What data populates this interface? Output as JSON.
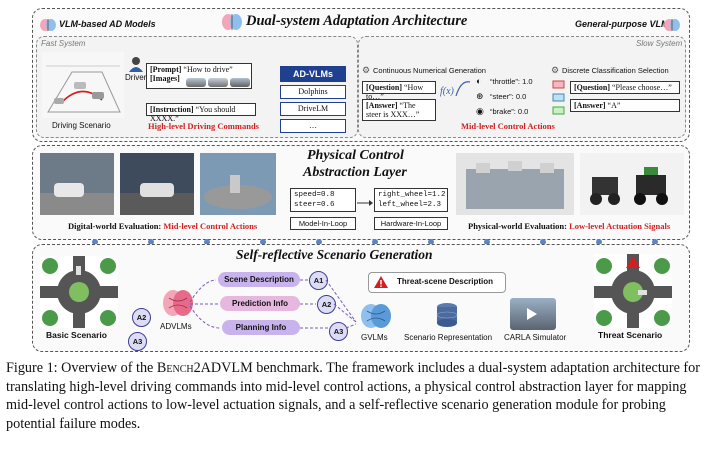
{
  "top": {
    "title": "Dual-system Adaptation Architecture",
    "left_label": "VLM-based AD Models",
    "right_label": "General-purpose VLMs",
    "fast_system": "Fast System",
    "slow_system": "Slow System",
    "driver": "Driver",
    "driving_scenario": "Driving Scenario",
    "prompt_key": "[Prompt]",
    "prompt_val": "“How to drive”",
    "images_key": "[Images]",
    "instruction_key": "[Instruction]",
    "instruction_val": "“You should XXXX.”",
    "high_level": "High-level Driving Commands",
    "models_title": "AD-VLMs",
    "models": [
      "Dolphins",
      "DriveLM",
      "…"
    ],
    "continuous": "Continuous Numerical Generation",
    "discrete": "Discrete Classification Selection",
    "q1_key": "[Question]",
    "q1_val": "“How to…”",
    "a1_key": "[Answer]",
    "a1_val": "“The steer is XXX…”",
    "fx": "f(x)",
    "params": [
      "“throttle”: 1.0",
      "“steer”: 0.0",
      "“brake”: 0.0"
    ],
    "q2_key": "[Question]",
    "q2_val": "“Please choose…”",
    "a2_key": "[Answer]",
    "a2_val": "“A”",
    "mid_level": "Mid-level Control Actions"
  },
  "middle": {
    "title_line1": "Physical Control",
    "title_line2": "Abstraction Layer",
    "code_left": [
      "speed=0.8",
      "steer=0.6"
    ],
    "code_right": [
      "right_wheel=1.2",
      "left_wheel=2.3"
    ],
    "model_in_loop": "Model-In-Loop",
    "hardware_in_loop": "Hardware-In-Loop",
    "digital_eval_prefix": "Digital-world Evaluation: ",
    "digital_eval_red": "Mid-level Control Actions",
    "physical_eval_prefix": "Physical-world Evaluation: ",
    "physical_eval_red": "Low-level Actuation Signals"
  },
  "bottom": {
    "title": "Self-reflective Scenario Generation",
    "basic_scenario": "Basic Scenario",
    "advlms": "ADVLMs",
    "pills": [
      "Scene Description",
      "Prediction Info",
      "Planning Info"
    ],
    "answers": [
      "A1",
      "A2",
      "A3"
    ],
    "left_answers": [
      "A2",
      "A3"
    ],
    "threat_desc": "Threat-scene Description",
    "gvlms": "GVLMs",
    "scenario_repr": "Scenario Representation",
    "carla": "CARLA Simulator",
    "threat_scenario": "Threat Scenario"
  },
  "caption": {
    "part1": "Figure 1: Overview of the ",
    "name": "Bench2ADVLM",
    "part2": " benchmark. The framework includes a dual-system adaptation architecture for translating high-level driving commands into mid-level control actions, a physical control abstraction layer for mapping mid-level control actions to low-level actuation signals, and a self-reflective scenario generation module for probing potential failure modes."
  },
  "colors": {
    "accent_red": "#d21f1f",
    "model_blue": "#1f3f8f",
    "pill_purple": "#c9b3ec",
    "pill_pink": "#e6b8e0"
  }
}
